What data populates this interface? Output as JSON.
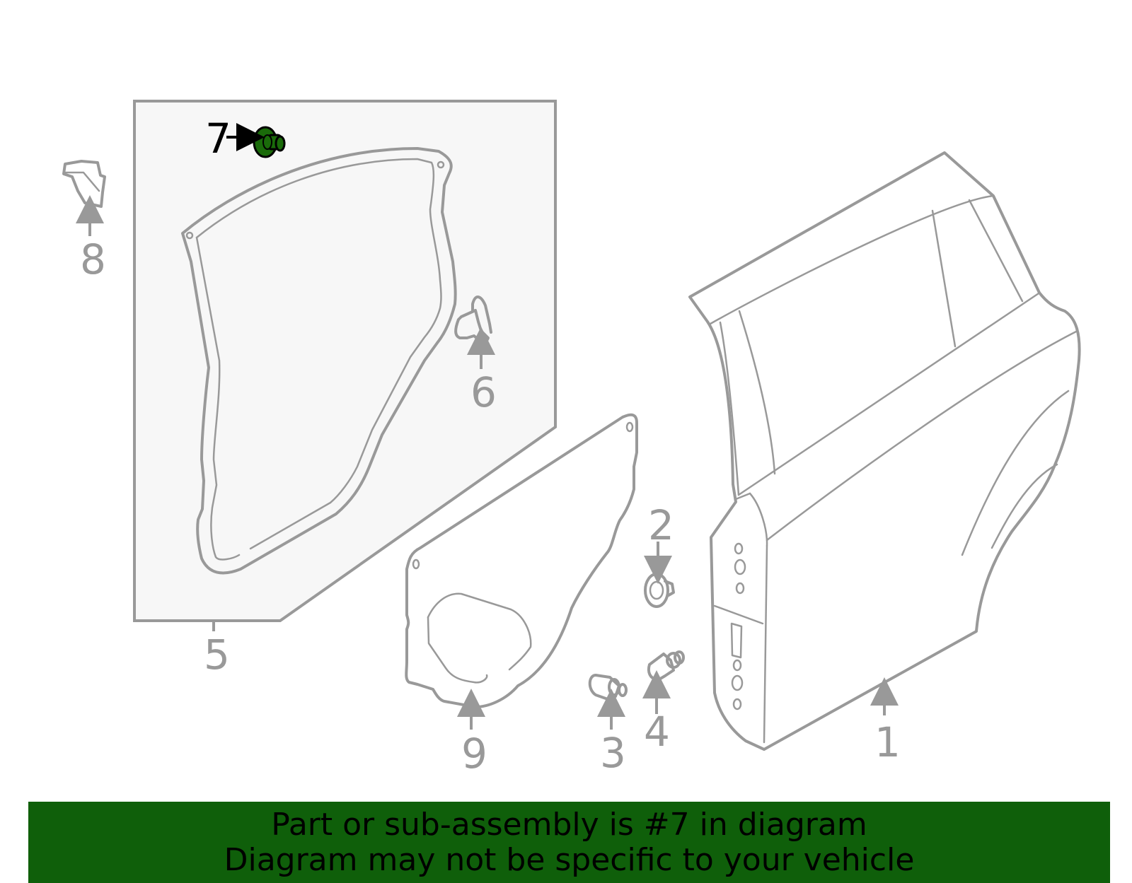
{
  "highlight_color": "#1a6b0a",
  "part_color": "#999999",
  "panel_fill": "#f7f7f7",
  "banner_color": "#0f5f0a",
  "callouts": {
    "c1": "1",
    "c2": "2",
    "c3": "3",
    "c4": "4",
    "c5": "5",
    "c6": "6",
    "c7": "7",
    "c8": "8",
    "c9": "9"
  },
  "highlighted_part": "7",
  "banner": {
    "line1": "Part or sub-assembly is #7 in diagram",
    "line2": "Diagram may not be specific to your vehicle"
  }
}
